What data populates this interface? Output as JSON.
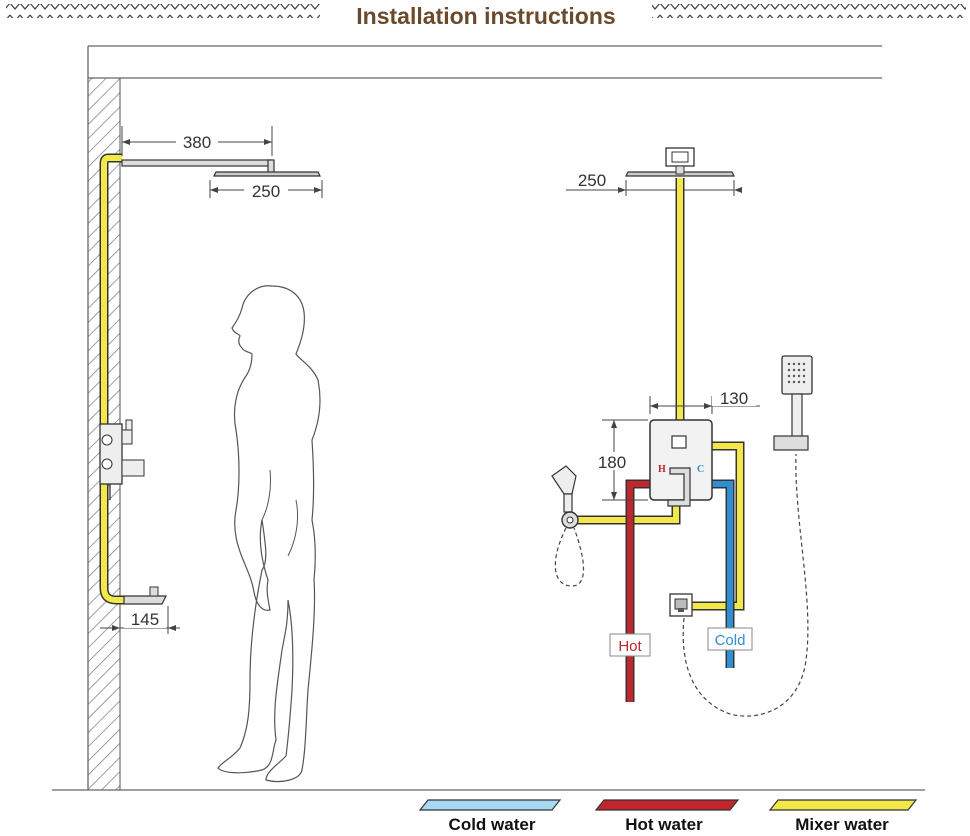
{
  "title": "Installation instructions",
  "dimensions": {
    "arm_length": "380",
    "left_head_width": "250",
    "spout_offset": "145",
    "right_head_width": "250",
    "valve_width": "130",
    "valve_height": "180"
  },
  "valve_letters": {
    "hot": "H",
    "cold": "C"
  },
  "supply_labels": {
    "hot": "Hot",
    "cold": "Cold"
  },
  "legend": {
    "cold": "Cold water",
    "hot": "Hot water",
    "mixer": "Mixer water"
  },
  "colors": {
    "title": "#6b4a2b",
    "mixer": "#f3e84a",
    "hot": "#c0262b",
    "cold": "#2f8fd0",
    "cold_legend": "#a9d8f2",
    "line": "#555555"
  }
}
